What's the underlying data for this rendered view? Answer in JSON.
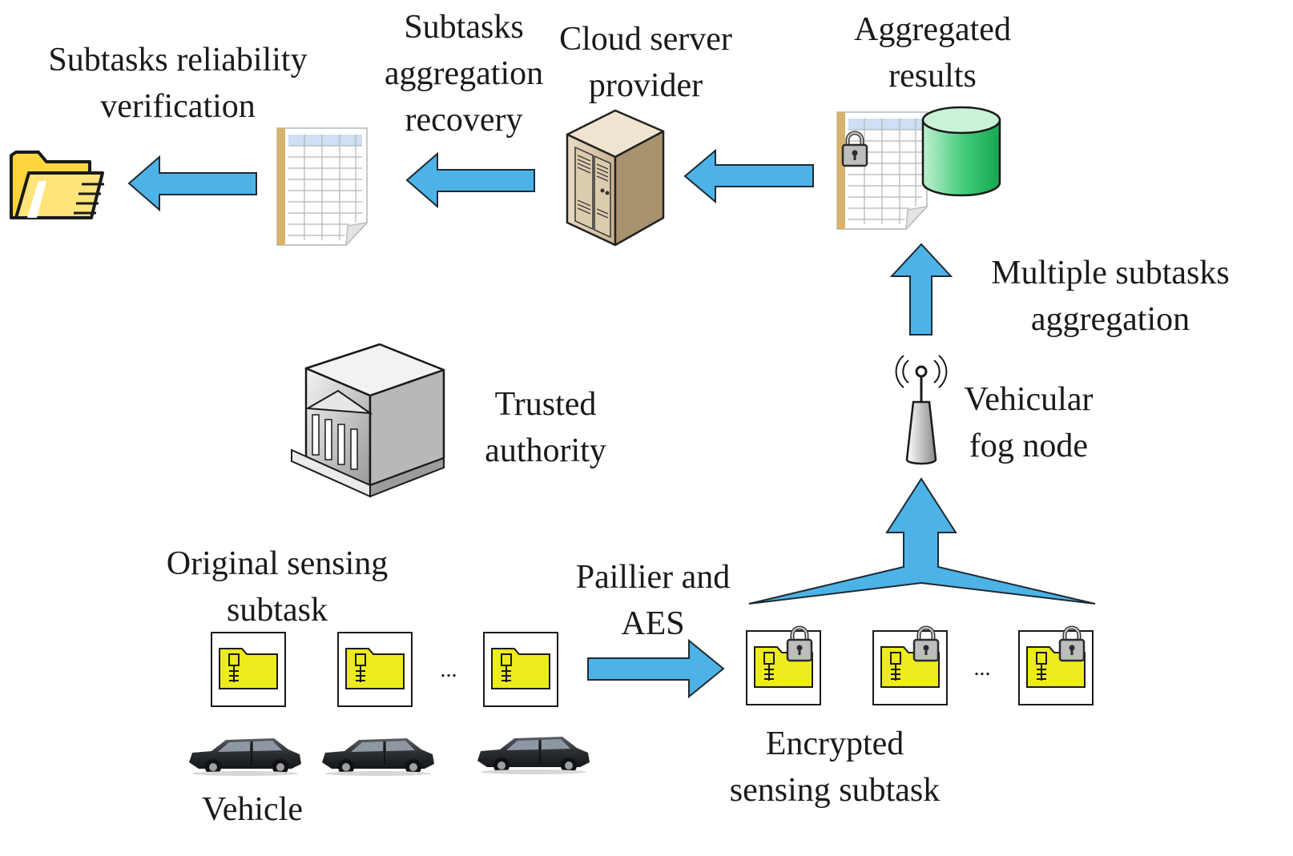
{
  "labels": {
    "reliability": [
      "Subtasks reliability",
      "verification"
    ],
    "recovery": [
      "Subtasks",
      "aggregation",
      "recovery"
    ],
    "csp": [
      "Cloud server",
      "provider"
    ],
    "aggregated": [
      "Aggregated",
      "results"
    ],
    "multiple": [
      "Multiple subtasks",
      "aggregation"
    ],
    "trusted": [
      "Trusted",
      "authority"
    ],
    "fog": [
      "Vehicular",
      "fog node"
    ],
    "original": [
      "Original sensing",
      "subtask"
    ],
    "paillier": [
      "Paillier and",
      "AES"
    ],
    "encrypted": [
      "Encrypted",
      "sensing subtask"
    ],
    "vehicle": "Vehicle",
    "ellipsis": "..."
  },
  "colors": {
    "arrow": "#4db3e6",
    "arrow_stroke": "#1e2a33",
    "folder_yellow": "#ffe14d",
    "subtask_yellow": "#ecec1c",
    "db_green": "#2fc06a"
  },
  "icons": {
    "folder": "folder-icon",
    "spreadsheet": "spreadsheet-icon",
    "server": "server-icon",
    "database": "database-icon",
    "lock": "lock-icon",
    "authority": "trusted-authority-icon",
    "antenna": "antenna-icon",
    "car": "car-icon",
    "subtask": "subtask-file-icon"
  }
}
